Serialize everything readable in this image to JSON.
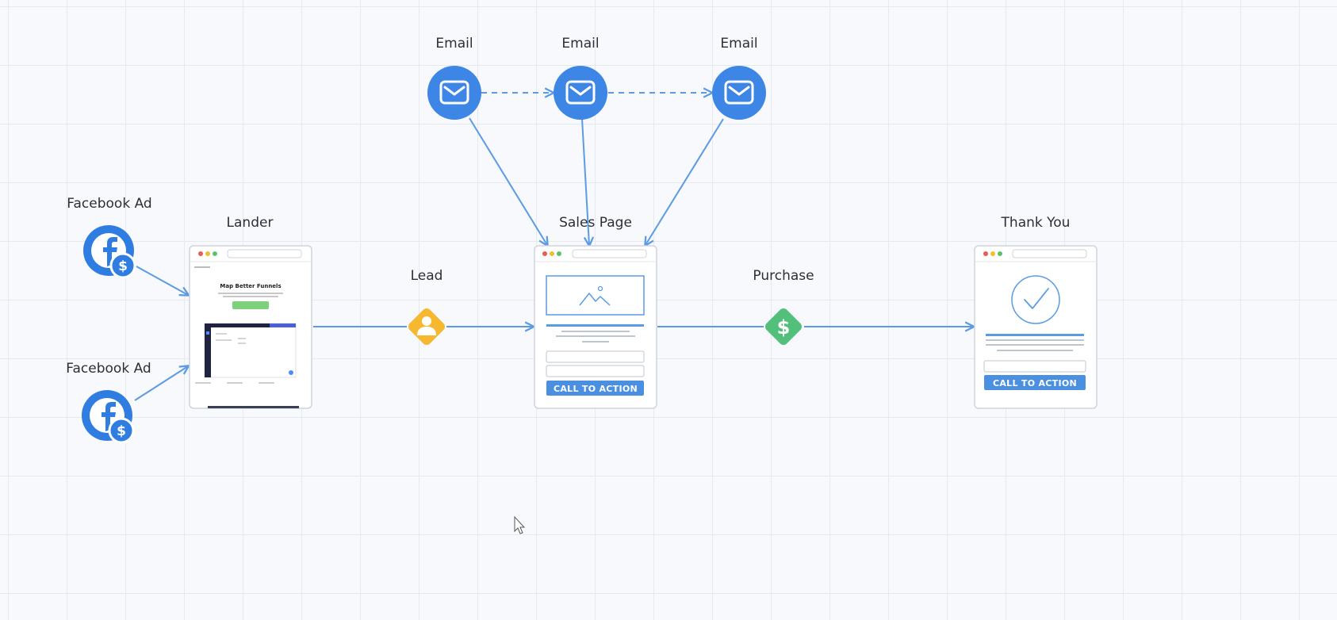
{
  "nodes": {
    "email_1": {
      "label": "Email",
      "icon": "envelope-icon"
    },
    "email_2": {
      "label": "Email",
      "icon": "envelope-icon"
    },
    "email_3": {
      "label": "Email",
      "icon": "envelope-icon"
    },
    "facebook_ad_1": {
      "label": "Facebook Ad",
      "icon": "facebook-dollar-icon"
    },
    "facebook_ad_2": {
      "label": "Facebook Ad",
      "icon": "facebook-dollar-icon"
    },
    "lander": {
      "label": "Lander",
      "headline": "Map Better Funnels"
    },
    "lead": {
      "label": "Lead",
      "icon": "person-icon"
    },
    "sales_page": {
      "label": "Sales Page",
      "cta": "CALL TO ACTION"
    },
    "purchase": {
      "label": "Purchase",
      "icon": "dollar-icon"
    },
    "thank_you": {
      "label": "Thank You",
      "cta": "CALL TO ACTION"
    }
  },
  "colors": {
    "email_node": "#3d86e6",
    "facebook_node": "#2f7de1",
    "connector": "#5b9be3",
    "lead_node": "#f5b82e",
    "purchase_node": "#52c07a",
    "cta_button": "#4a8fe0"
  }
}
